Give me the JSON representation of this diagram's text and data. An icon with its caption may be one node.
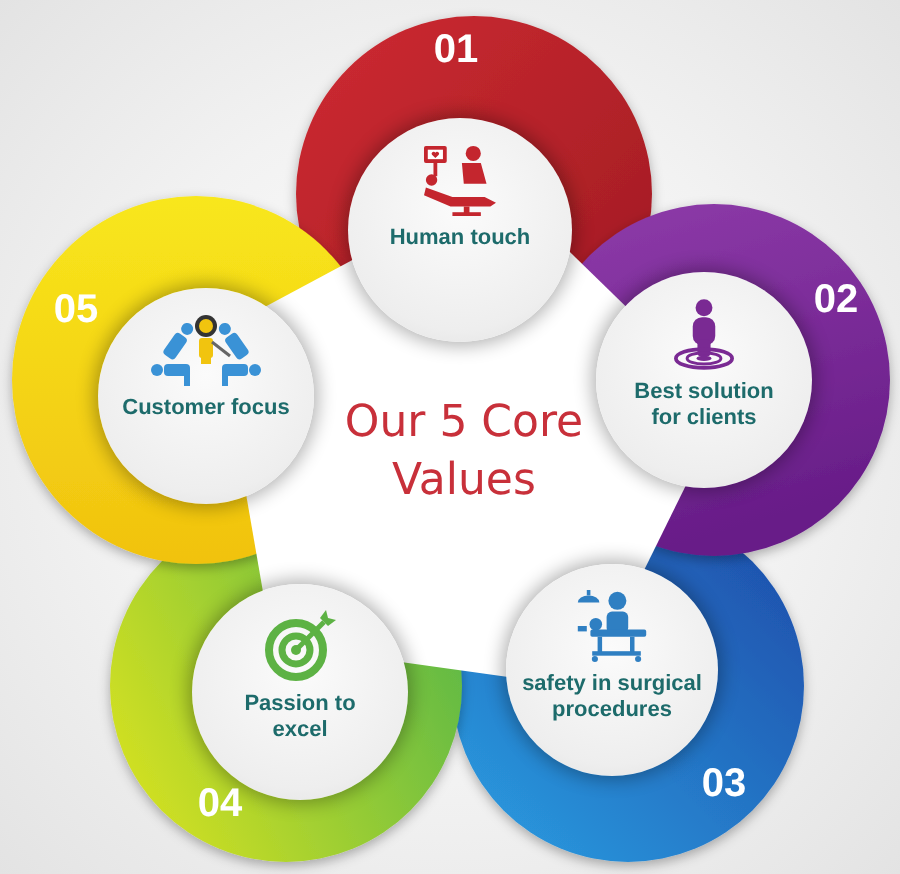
{
  "diagram": {
    "title": "Our 5 Core Values",
    "nodes": [
      {
        "text": [
          "01",
          "Human touch"
        ]
      },
      {
        "text": [
          "02",
          "Best solution for clients"
        ]
      },
      {
        "text": [
          "03",
          "safety in surgical procedures"
        ]
      },
      {
        "text": [
          "04",
          "Passion to excel"
        ]
      },
      {
        "text": [
          "05",
          "Customer focus"
        ]
      }
    ]
  }
}
